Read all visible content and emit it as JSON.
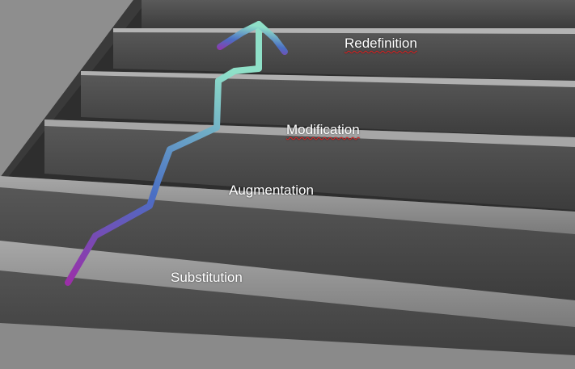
{
  "diagram": {
    "stages": [
      {
        "label": "Redefinition",
        "spellcheck_flag": true
      },
      {
        "label": "Modification",
        "spellcheck_flag": true
      },
      {
        "label": "Augmentation",
        "spellcheck_flag": false
      },
      {
        "label": "Substitution",
        "spellcheck_flag": false
      }
    ],
    "arrow_colors": {
      "start": "#9b2fa8",
      "middle": "#4a6fc4",
      "end": "#8fe0c8"
    },
    "label_color": "#ffffff"
  }
}
